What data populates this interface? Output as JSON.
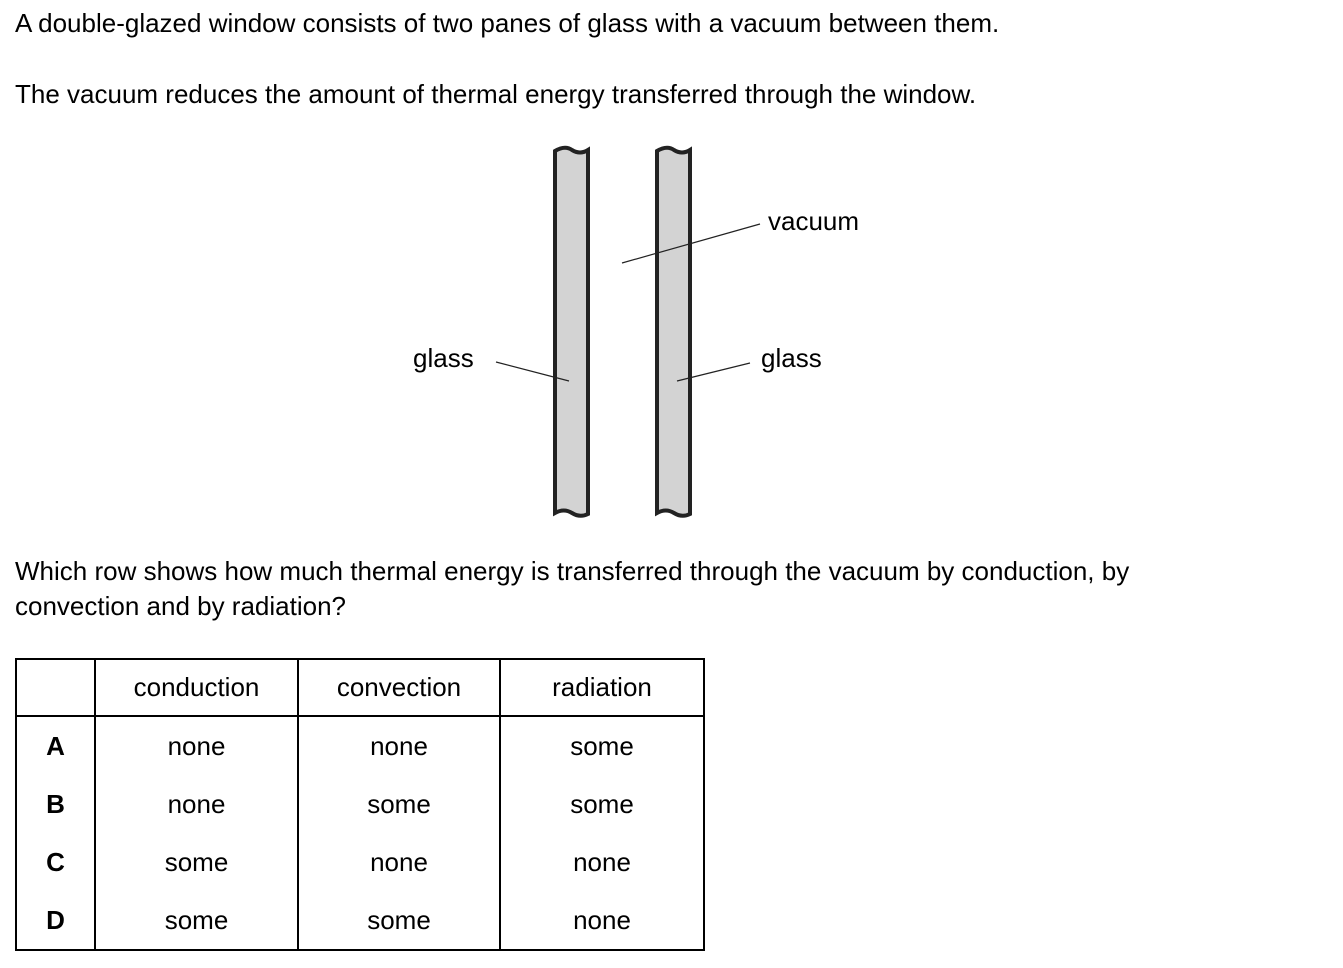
{
  "intro": [
    "A double-glazed window consists of two panes of glass with a vacuum between them.",
    "The vacuum reduces the amount of thermal energy transferred through the window."
  ],
  "diagram": {
    "label_vacuum": "vacuum",
    "label_glass_left": "glass",
    "label_glass_right": "glass"
  },
  "question": [
    "Which row shows how much thermal energy is transferred through the vacuum by conduction, by",
    "convection and by radiation?"
  ],
  "table": {
    "headers": [
      "",
      "conduction",
      "convection",
      "radiation"
    ],
    "rows": [
      {
        "key": "A",
        "cells": [
          "none",
          "none",
          "some"
        ]
      },
      {
        "key": "B",
        "cells": [
          "none",
          "some",
          "some"
        ]
      },
      {
        "key": "C",
        "cells": [
          "some",
          "none",
          "none"
        ]
      },
      {
        "key": "D",
        "cells": [
          "some",
          "some",
          "none"
        ]
      }
    ]
  }
}
